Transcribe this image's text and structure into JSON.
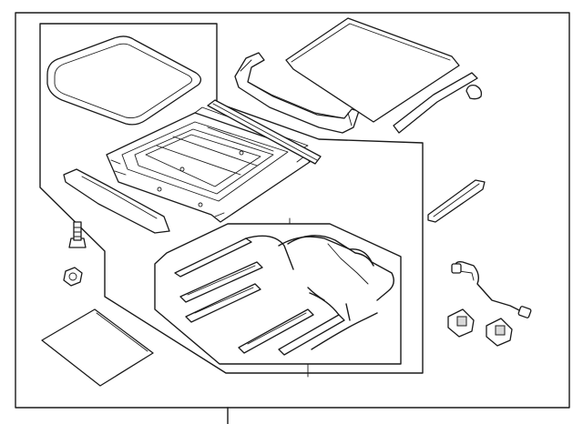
{
  "diagram": {
    "kind": "exploded-parts-diagram",
    "parts": [
      "glass-seal",
      "sunroof-frame",
      "drain-strip",
      "deflector",
      "sunroof-glass",
      "side-molding",
      "cap",
      "trim-strip",
      "wire-harness",
      "motor-bracket",
      "bolt",
      "nut",
      "sunshade-pad",
      "guide-rails-kit"
    ]
  }
}
